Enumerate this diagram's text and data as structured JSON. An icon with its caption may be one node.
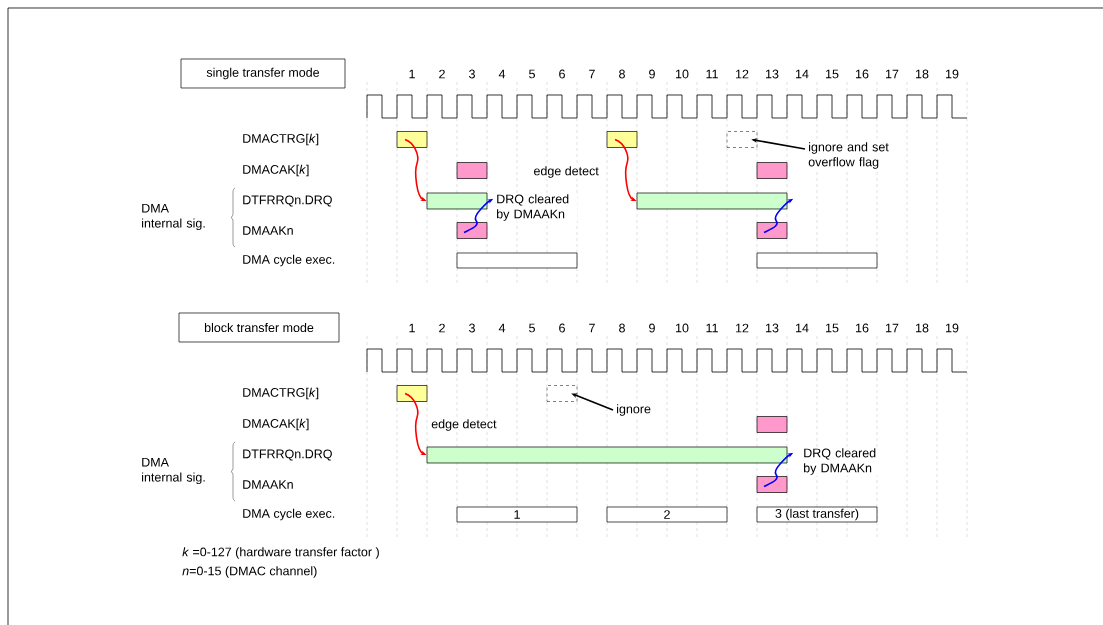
{
  "diagram": {
    "nodes": [
      {
        "text": [
          "single transfer mode"
        ]
      },
      {
        "text": [],
        "shape": "box"
      },
      {
        "text": [],
        "shape": "box"
      },
      {
        "text": [],
        "shape": "box"
      },
      {
        "text": [],
        "shape": "box"
      },
      {
        "text": [],
        "shape": "box"
      },
      {
        "text": [],
        "shape": "box"
      },
      {
        "text": [],
        "shape": "box"
      },
      {
        "text": [],
        "shape": "box"
      },
      {
        "text": [],
        "shape": "box"
      },
      {
        "text": [],
        "shape": "box"
      },
      {
        "text": [],
        "shape": "box"
      },
      {
        "text": [
          "ignore and set overflow flag"
        ]
      },
      {
        "text": [
          "block transfer mode"
        ]
      },
      {
        "text": [],
        "shape": "box"
      },
      {
        "text": [],
        "shape": "box"
      },
      {
        "text": [],
        "shape": "box"
      },
      {
        "text": [],
        "shape": "box"
      },
      {
        "text": [],
        "shape": "box"
      },
      {
        "text": [
          "1"
        ]
      },
      {
        "text": [
          "2"
        ]
      },
      {
        "text": [
          "3 (last transfer)"
        ]
      },
      {
        "text": [
          "ignore"
        ]
      }
    ],
    "edges": [
      {
        "from": 1,
        "to": 6,
        "arrow": "to",
        "color": "#ff0000"
      },
      {
        "from": 2,
        "to": 7,
        "arrow": "to",
        "label": "edge detect",
        "color": "#ff0000"
      },
      {
        "from": 8,
        "to": 6,
        "arrow": "to",
        "label": "DRQ cleared by DMAAKn",
        "color": "#0000ff"
      },
      {
        "from": 9,
        "to": 7,
        "arrow": "to",
        "color": "#0000ff"
      },
      {
        "from": 12,
        "to": 3,
        "arrow": "to",
        "color": "#000000"
      },
      {
        "from": 14,
        "to": 17,
        "arrow": "to",
        "label": "edge detect",
        "color": "#ff0000"
      },
      {
        "from": 18,
        "to": 17,
        "arrow": "to",
        "label": "DRQ cleared by DMAAKn",
        "color": "#0000ff"
      },
      {
        "from": 22,
        "to": 15,
        "arrow": "to",
        "color": "#000000"
      }
    ],
    "labels": [
      "1",
      "2",
      "3",
      "4",
      "5",
      "6",
      "7",
      "8",
      "9",
      "10",
      "11",
      "12",
      "13",
      "14",
      "15",
      "16",
      "17",
      "18",
      "19",
      "DMACTRG[*k*]",
      "DMACAK[*k*]",
      "DTFRRQn.DRQ",
      "DMAAKn",
      "DMA cycle exec.",
      "DMA internal sig.",
      "1",
      "2",
      "3",
      "4",
      "5",
      "6",
      "7",
      "8",
      "9",
      "10",
      "11",
      "12",
      "13",
      "14",
      "15",
      "16",
      "17",
      "18",
      "19",
      "DMACTRG[*k*]",
      "DMACAK[*k*]",
      "DTFRRQn.DRQ",
      "DMAAKn",
      "DMA cycle exec.",
      "DMA internal sig.",
      "*k* =0-127 (hardware transfer factor )",
      "*n*=0-15 (DMAC channel)"
    ]
  }
}
